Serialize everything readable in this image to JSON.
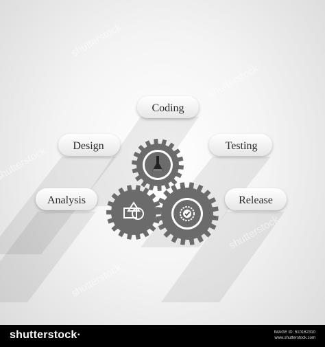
{
  "steps": {
    "coding": "Coding",
    "design": "Design",
    "testing": "Testing",
    "analysis": "Analysis",
    "release": "Release"
  },
  "icons": {
    "top_gear": "flask-icon",
    "left_gear": "shapes-icon",
    "right_gear": "check-badge-icon"
  },
  "colors": {
    "gear": "#6b6b6b",
    "gear_ring": "#ffffff",
    "pill": "#ffffff"
  },
  "watermark": {
    "text": "shutterstock"
  },
  "footer": {
    "brand": "shutterstock",
    "brand_suffix": "·",
    "image_id_label": "IMAGE ID: 510162310",
    "site": "www.shutterstock.com"
  }
}
